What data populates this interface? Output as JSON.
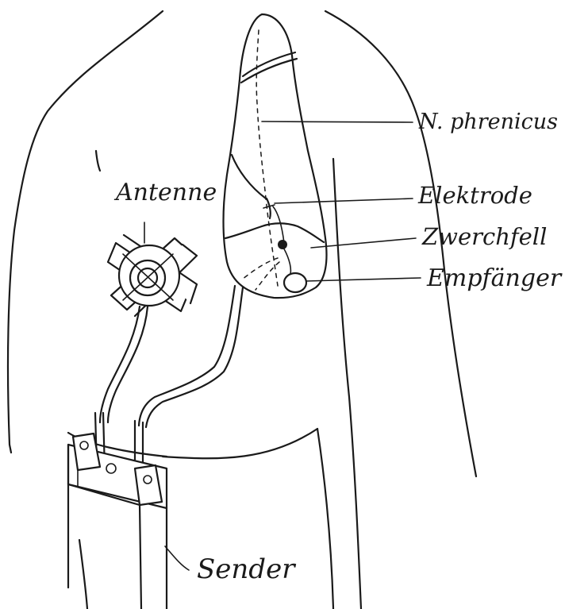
{
  "labels": {
    "phrenicus": "N. phrenicus",
    "elektrode": "Elektrode",
    "zwerchfell": "Zwerchfell",
    "empfaenger": "Empfänger",
    "antenne": "Antenne",
    "sender": "Sender"
  },
  "colors": {
    "ink": "#1a1a1a",
    "background": "#ffffff"
  }
}
